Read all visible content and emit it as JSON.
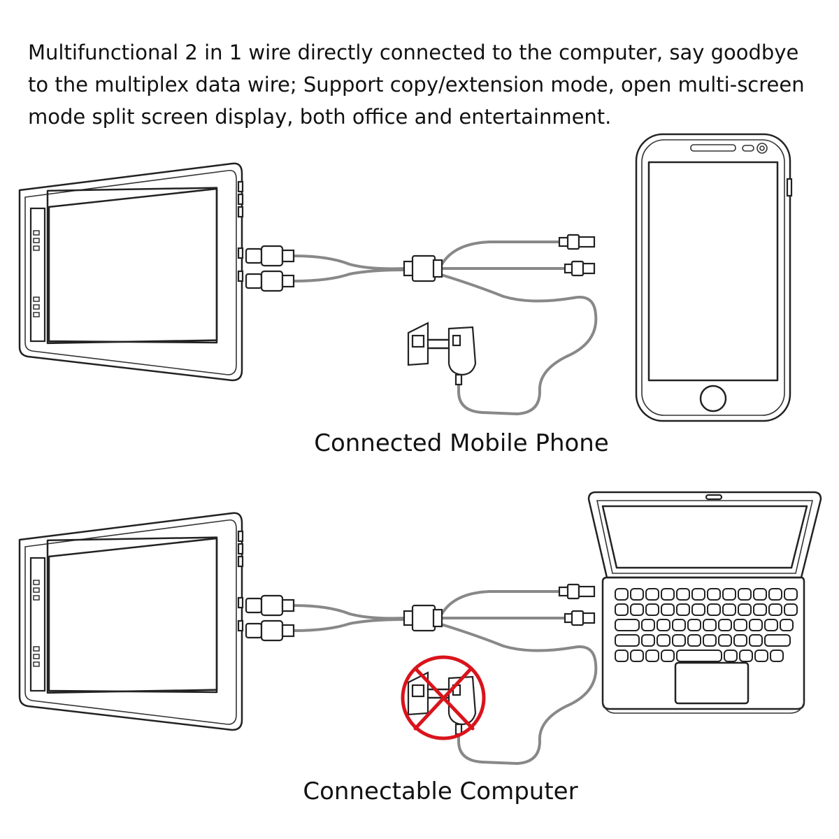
{
  "intro": {
    "line1": "Multifunctional 2 in 1 wire directly connected to the computer, say goodbye",
    "line2": "to the multiplex data wire; Support copy/extension mode, open multi-screen",
    "line3": "mode split screen display, both office and entertainment."
  },
  "panels": [
    {
      "caption": "Connected Mobile Phone",
      "device": "smartphone-icon",
      "power_adapter": "required"
    },
    {
      "caption": "Connectable Computer",
      "device": "laptop-icon",
      "power_adapter": "not-needed"
    }
  ],
  "colors": {
    "line": "#222222",
    "cable": "#888888",
    "prohibit": "#d9141c"
  }
}
